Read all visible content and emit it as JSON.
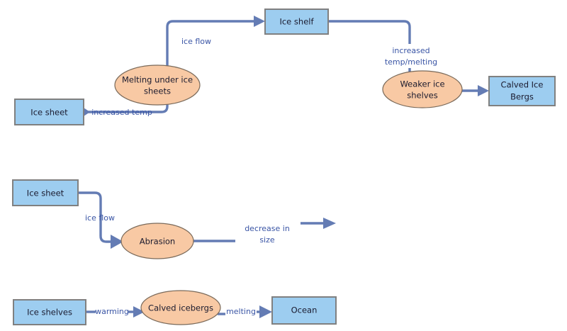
{
  "diagram": {
    "title": "Ice sheet and ice shelf processes flow diagram",
    "colors": {
      "box_fill": "#9dcdf0",
      "box_stroke": "#808080",
      "ellipse_fill": "#f8c9a4",
      "ellipse_stroke": "#7a6a5a",
      "connector": "#647cb4",
      "edge_label_text": "#3a55a5",
      "node_label_text": "#1a1a2e",
      "background": "#ffffff"
    }
  },
  "flows": [
    {
      "id": "flow-1",
      "nodes": {
        "ice_sheet": "Ice sheet",
        "melting_under_ice_sheets_line1": "Melting under ice",
        "melting_under_ice_sheets_line2": "sheets",
        "ice_shelf": "Ice shelf",
        "weaker_ice_shelves_line1": "Weaker ice",
        "weaker_ice_shelves_line2": "shelves",
        "calved_ice_bergs_line1": "Calved Ice",
        "calved_ice_bergs_line2": "Bergs"
      },
      "edges": {
        "increased_temp": "increased temp",
        "ice_flow": "ice flow",
        "increased_temp_melting_line1": "increased",
        "increased_temp_melting_line2": "temp/melting"
      }
    },
    {
      "id": "flow-2",
      "nodes": {
        "ice_sheet": "Ice sheet",
        "abrasion": "Abrasion"
      },
      "edges": {
        "ice_flow": "ice flow",
        "decrease_in_size_line1": "decrease in",
        "decrease_in_size_line2": "size"
      }
    },
    {
      "id": "flow-3",
      "nodes": {
        "ice_shelves": "Ice shelves",
        "calved_icebergs": "Calved icebergs",
        "ocean": "Ocean"
      },
      "edges": {
        "warming": "warming",
        "melting": "melting"
      }
    }
  ]
}
